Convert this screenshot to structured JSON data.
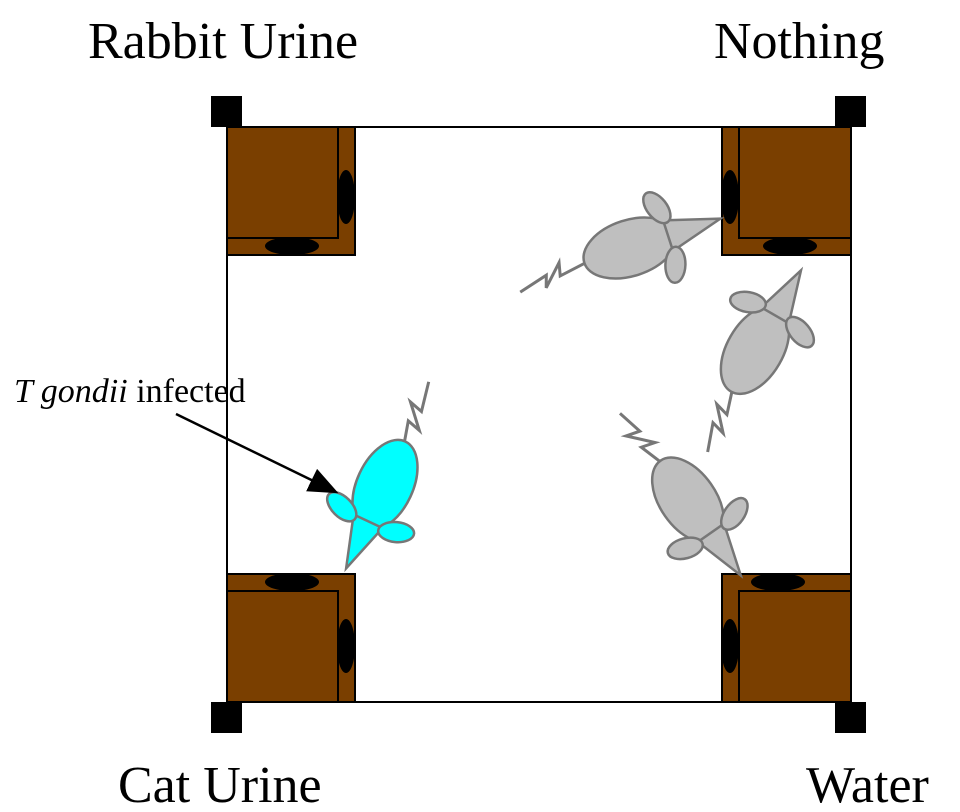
{
  "corners": {
    "top_left": "Rabbit Urine",
    "top_right": "Nothing",
    "bottom_left": "Cat Urine",
    "bottom_right": "Water"
  },
  "annotation": {
    "italic": "T gondii",
    "normal": " infected"
  },
  "colors": {
    "infected_rat": "#00ffff",
    "normal_rat": "#bfbfbf",
    "nest_box": "#7a3f00",
    "arena_outline": "#000000"
  }
}
